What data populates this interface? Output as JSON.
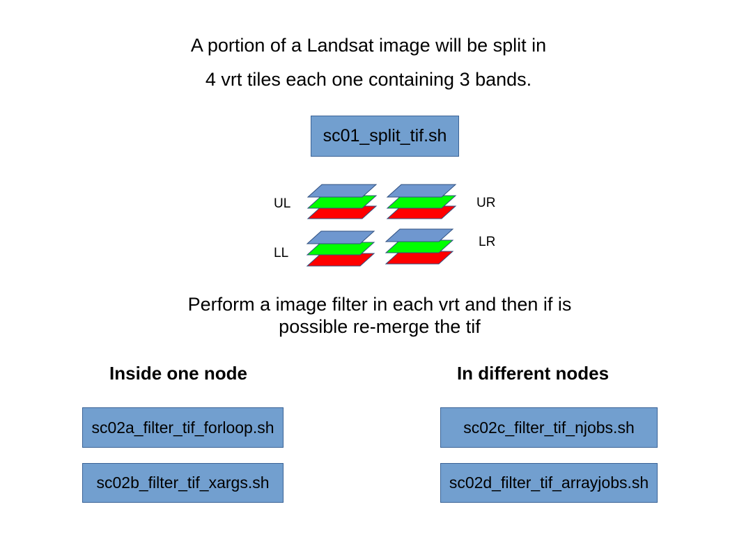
{
  "intro": {
    "line1": "A portion of a Landsat image will be split in",
    "line2": "4 vrt tiles each one containing 3 bands."
  },
  "split_script": {
    "label": "sc01_split_tif.sh"
  },
  "tiles": {
    "ul": "UL",
    "ur": "UR",
    "ll": "LL",
    "lr": "LR",
    "band_colors": [
      "#6f97cf",
      "#00ff00",
      "#ff0000"
    ]
  },
  "filter_text": {
    "line1": "Perform a image filter in each vrt and then if is",
    "line2": "possible re-merge the tif"
  },
  "inside_one_node": {
    "heading": "Inside one node",
    "scripts": [
      "sc02a_filter_tif_forloop.sh",
      "sc02b_filter_tif_xargs.sh"
    ]
  },
  "different_nodes": {
    "heading": "In different nodes",
    "scripts": [
      "sc02c_filter_tif_njobs.sh",
      "sc02d_filter_tif_arrayjobs.sh"
    ]
  },
  "colors": {
    "box_fill": "#729fcf",
    "box_border": "#3a6396",
    "tile_stroke": "#2f4f7f"
  }
}
